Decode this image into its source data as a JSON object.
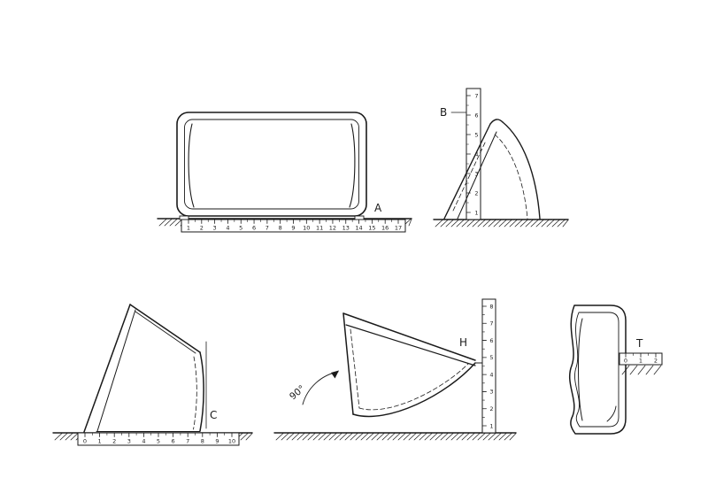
{
  "colors": {
    "ink": "#1a1a1a",
    "background": "#ffffff"
  },
  "figures": {
    "a": {
      "label": "A",
      "ruler": {
        "numbers": [
          "1",
          "2",
          "3",
          "4",
          "5",
          "6",
          "7",
          "8",
          "9",
          "10",
          "11",
          "12",
          "13",
          "14",
          "15",
          "16",
          "17"
        ]
      }
    },
    "b": {
      "label": "B",
      "ruler": {
        "numbers": [
          "7",
          "6",
          "5",
          "4",
          "3",
          "2",
          "1"
        ]
      }
    },
    "c": {
      "label": "C",
      "ruler": {
        "numbers": [
          "0",
          "1",
          "2",
          "3",
          "4",
          "5",
          "6",
          "7",
          "8",
          "9",
          "10"
        ]
      }
    },
    "h": {
      "label": "H",
      "angle": "90°",
      "ruler": {
        "numbers": [
          "8",
          "7",
          "6",
          "5",
          "4",
          "3",
          "2",
          "1"
        ]
      }
    },
    "t": {
      "label": "T",
      "ruler": {
        "numbers": [
          "0",
          "1",
          "2"
        ]
      }
    }
  }
}
